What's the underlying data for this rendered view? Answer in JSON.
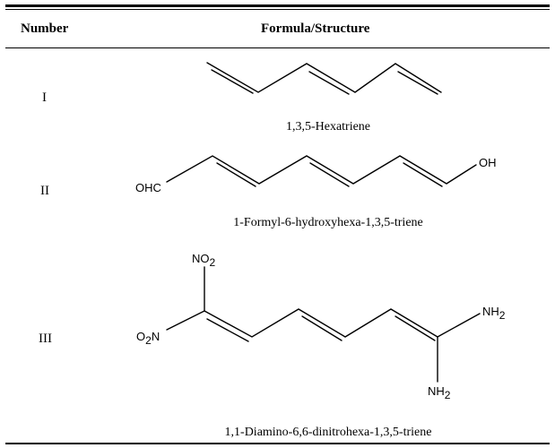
{
  "table": {
    "header": {
      "number": "Number",
      "formula": "Formula/Structure"
    },
    "rows": [
      {
        "number": "I",
        "caption": "1,3,5-Hexatriene"
      },
      {
        "number": "II",
        "caption": "1-Formyl-6-hydroxyhexa-1,3,5-triene",
        "labels": {
          "left": "OHC",
          "right": "OH"
        }
      },
      {
        "number": "III",
        "caption": "1,1-Diamino-6,6-dinitrohexa-1,3,5-triene",
        "labels": {
          "no2_top": "NO",
          "no2_top_sub": "2",
          "o2n_left_pre": "O",
          "o2n_left_sub": "2",
          "o2n_left_post": "N",
          "nh2_right": "NH",
          "nh2_right_sub": "2",
          "nh2_bottom": "NH",
          "nh2_bottom_sub": "2"
        }
      }
    ]
  }
}
